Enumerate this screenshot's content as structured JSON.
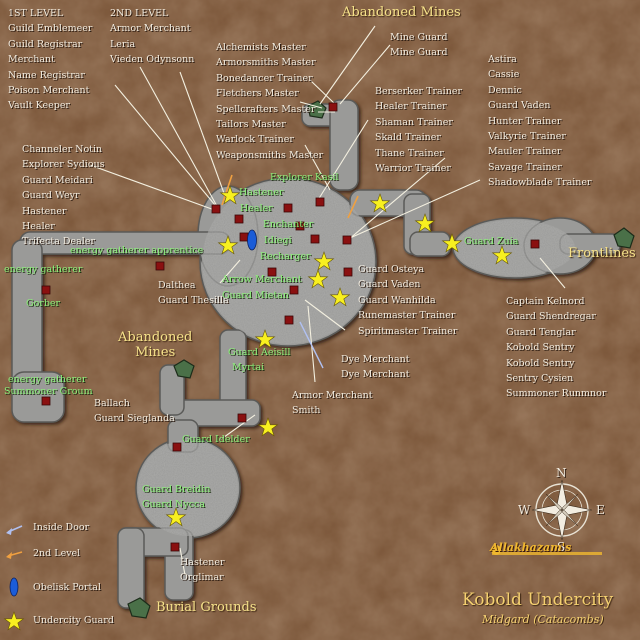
{
  "map": {
    "title": "Kobold Undercity",
    "subtitle": "Midgard (Catacombs)",
    "logo_text": "Allakhazam's",
    "zone_labels": {
      "abandoned_mines_top": "Abandoned Mines",
      "abandoned_mines_left": "Abandoned\nMines",
      "frontlines": "Frontlines",
      "burial_grounds": "Burial Grounds"
    },
    "compass": {
      "n": "N",
      "s": "S",
      "e": "E",
      "w": "W"
    },
    "first_level": {
      "header": "1ST LEVEL",
      "items": [
        "Guild Emblemeer",
        "Guild Registrar",
        "Merchant",
        "Name Registrar",
        "Poison Merchant",
        "Vault Keeper"
      ]
    },
    "second_level": {
      "header": "2ND LEVEL",
      "items": [
        "Armor Merchant",
        "Leria",
        "Vieden Odynsonn"
      ]
    },
    "masters": [
      "Alchemists Master",
      "Armorsmiths Master",
      "Bonedancer Trainer",
      "Fletchers Master",
      "Spellcrafters Master",
      "Tailors Master",
      "Warlock Trainer",
      "Weaponsmiths Master"
    ],
    "mine_guards": [
      "Mine Guard",
      "Mine Guard"
    ],
    "trainers_mid": [
      "Berserker Trainer",
      "Healer Trainer",
      "Shaman Trainer",
      "Skald Trainer",
      "Thane Trainer",
      "Warrior Trainer"
    ],
    "trainers_right": [
      "Astira",
      "Cassie",
      "Dennic",
      "Guard Vaden",
      "Hunter Trainer",
      "Valkyrie Trainer",
      "Mauler Trainer",
      "Savage Trainer",
      "Shadowblade Trainer"
    ],
    "left_npcs": [
      "Channeler Notin",
      "Explorer Sydious",
      "Guard Meidari",
      "Guard Weyr",
      "Hastener",
      "Healer",
      "Trifecta Dealer"
    ],
    "osteya_group": [
      "Guard Osteya",
      "Guard Vaden",
      "Guard Wanhilda",
      "Runemaster Trainer",
      "Spiritmaster Trainer"
    ],
    "frontline_npcs": [
      "Captain Kelnord",
      "Guard Shendregar",
      "Guard Tenglar",
      "Kobold Sentry",
      "Kobold Sentry",
      "Sentry Cysien",
      "Summoner Runmnor"
    ],
    "dalthea_group": [
      "Dalthea",
      "Guard Thesilla"
    ],
    "ballach_group": [
      "Ballach",
      "Guard Sieglanda"
    ],
    "dye_group": [
      "Dye Merchant",
      "Dye Merchant"
    ],
    "armor_group": [
      "Armor Merchant",
      "Smith"
    ],
    "hastener_group": [
      "Hastener",
      "Orglimar"
    ],
    "green_labels": {
      "explorer_kasil": "Explorer Kasil",
      "hastener": "Hastener",
      "healer": "Healer",
      "enchanter": "Enchanter",
      "idiegi": "Idiegi",
      "recharger": "Recharger",
      "energy_gatherer_apprentice": "energy gatherer apprentice",
      "energy_gatherer": "energy gatherer",
      "gorber": "Gorber",
      "arrow_merchant": "Arrow Merchant",
      "guard_mietan": "Guard Mietan",
      "guard_aeisill": "Guard Aeisill",
      "myrtai": "Myrtai",
      "energy_gatherer_2": "energy gatherer",
      "summoner_groum": "Summoner Groum",
      "guard_idelder": "Guard Idelder",
      "guard_breidin": "Guard Breidin",
      "guard_nycca": "Guard Nycca",
      "guard_zuia": "Guard Zuia"
    },
    "legend": {
      "inside_door": "Inside Door",
      "second_level": "2nd Level",
      "obelisk_portal": "Obelisk Portal",
      "undercity_guard": "Undercity Guard"
    },
    "colors": {
      "background": "#7a5538",
      "tunnel": "#9a9a98",
      "npc_marker": "#8a1010",
      "guard_star": "#f8f020",
      "label_green": "#8cf07a",
      "title_gold": "#f4d070",
      "portal_blue": "#1a5cd8"
    }
  }
}
